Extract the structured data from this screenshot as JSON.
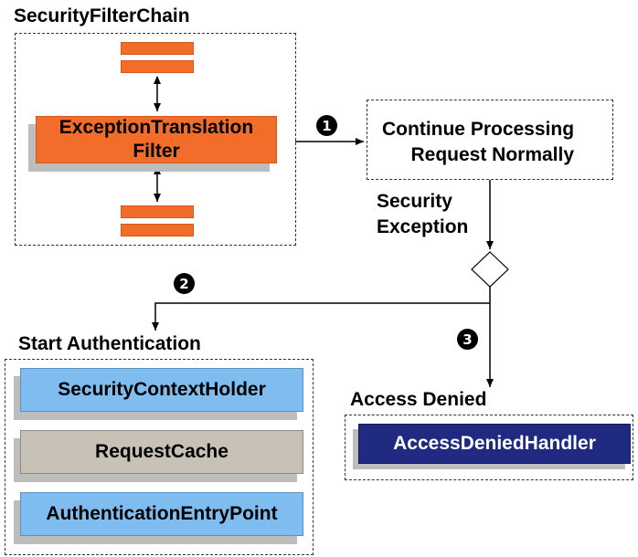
{
  "filter_chain": {
    "title": "SecurityFilterChain",
    "exception_filter_line1": "ExceptionTranslation",
    "exception_filter_line2": "Filter"
  },
  "continue": {
    "line1": "Continue Processing",
    "line2": "Request Normally"
  },
  "security_exception": {
    "line1": "Security",
    "line2": "Exception"
  },
  "start_auth": {
    "title": "Start Authentication",
    "items": [
      "SecurityContextHolder",
      "RequestCache",
      "AuthenticationEntryPoint"
    ]
  },
  "access_denied": {
    "title": "Access Denied",
    "handler": "AccessDeniedHandler"
  },
  "steps": [
    "1",
    "2",
    "3"
  ],
  "colors": {
    "filter_orange": "#f26d2a",
    "blue_box": "#7fbcf0",
    "gray_box": "#c7c2b5",
    "navy_box": "#1f2a80"
  }
}
